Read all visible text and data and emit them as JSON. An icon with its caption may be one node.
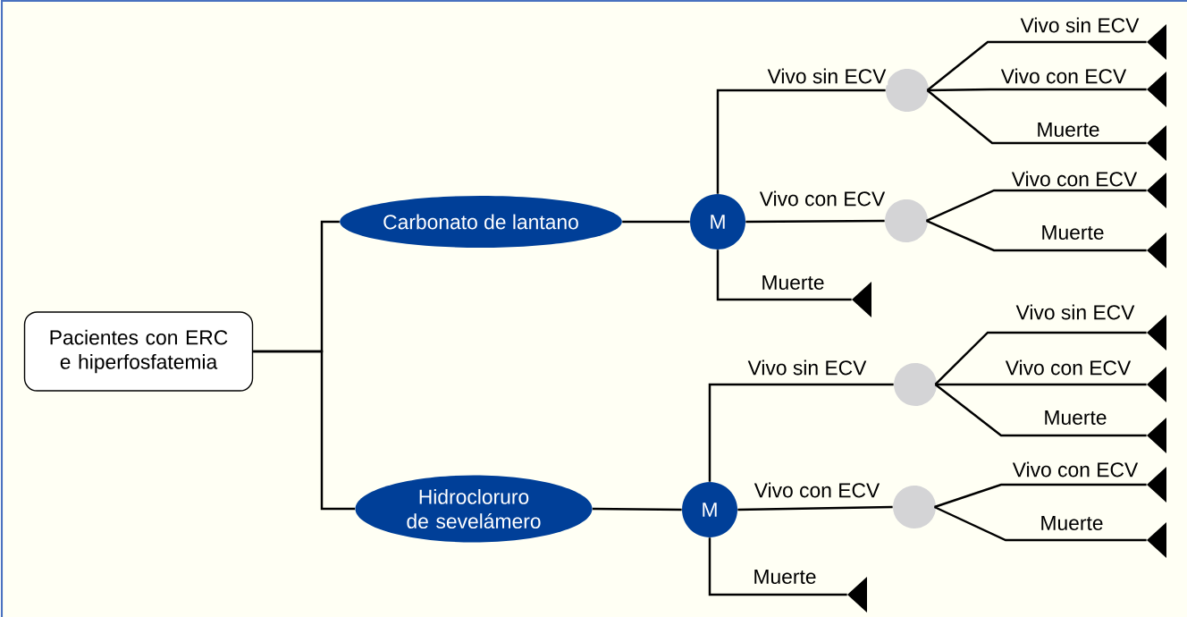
{
  "diagram": {
    "nodes": [
      {
        "text": [
          "Pacientes con ERC e hiperfosfatemia"
        ]
      },
      {
        "text": [
          "Carbonato de lantano"
        ]
      },
      {
        "text": [
          "Hidrocloruro de sevelámero"
        ]
      },
      {
        "text": [
          "M"
        ]
      },
      {
        "text": [
          "M"
        ]
      },
      {
        "text": [],
        "shape": "circle"
      },
      {
        "text": [],
        "shape": "circle"
      },
      {
        "text": [],
        "shape": "circle"
      },
      {
        "text": [],
        "shape": "circle"
      },
      {
        "text": [],
        "shape": "triangle"
      },
      {
        "text": [],
        "shape": "triangle"
      },
      {
        "text": [],
        "shape": "triangle"
      },
      {
        "text": [],
        "shape": "triangle"
      },
      {
        "text": [],
        "shape": "triangle"
      },
      {
        "text": [],
        "shape": "triangle"
      },
      {
        "text": [],
        "shape": "triangle"
      },
      {
        "text": [],
        "shape": "triangle"
      },
      {
        "text": [],
        "shape": "triangle"
      },
      {
        "text": [],
        "shape": "triangle"
      },
      {
        "text": [],
        "shape": "triangle"
      },
      {
        "text": [],
        "shape": "triangle"
      }
    ],
    "edges": [
      {
        "from": 0,
        "to": 1,
        "arrow": "none"
      },
      {
        "from": 0,
        "to": 2,
        "arrow": "none"
      },
      {
        "from": 1,
        "to": 3,
        "arrow": "none"
      },
      {
        "from": 2,
        "to": 4,
        "arrow": "none"
      },
      {
        "from": 3,
        "to": 5,
        "arrow": "none",
        "label": "Vivo sin ECV"
      },
      {
        "from": 3,
        "to": 6,
        "arrow": "none",
        "label": "Vivo con ECV"
      },
      {
        "from": 3,
        "to": 14,
        "arrow": "none",
        "label": "Muerte"
      },
      {
        "from": 5,
        "to": 9,
        "arrow": "none",
        "label": "Vivo sin ECV"
      },
      {
        "from": 5,
        "to": 10,
        "arrow": "none",
        "label": "Vivo con ECV"
      },
      {
        "from": 5,
        "to": 11,
        "arrow": "none",
        "label": "Muerte"
      },
      {
        "from": 6,
        "to": 12,
        "arrow": "none",
        "label": "Vivo con ECV"
      },
      {
        "from": 6,
        "to": 13,
        "arrow": "none",
        "label": "Muerte"
      },
      {
        "from": 4,
        "to": 7,
        "arrow": "none",
        "label": "Vivo sin ECV"
      },
      {
        "from": 4,
        "to": 8,
        "arrow": "none",
        "label": "Vivo con ECV"
      },
      {
        "from": 4,
        "to": 20,
        "arrow": "none",
        "label": "Muerte"
      },
      {
        "from": 7,
        "to": 15,
        "arrow": "none",
        "label": "Vivo sin ECV"
      },
      {
        "from": 7,
        "to": 16,
        "arrow": "none",
        "label": "Vivo con ECV"
      },
      {
        "from": 7,
        "to": 17,
        "arrow": "none",
        "label": "Muerte"
      },
      {
        "from": 8,
        "to": 18,
        "arrow": "none",
        "label": "Vivo con ECV"
      },
      {
        "from": 8,
        "to": 19,
        "arrow": "none",
        "label": "Muerte"
      }
    ]
  }
}
